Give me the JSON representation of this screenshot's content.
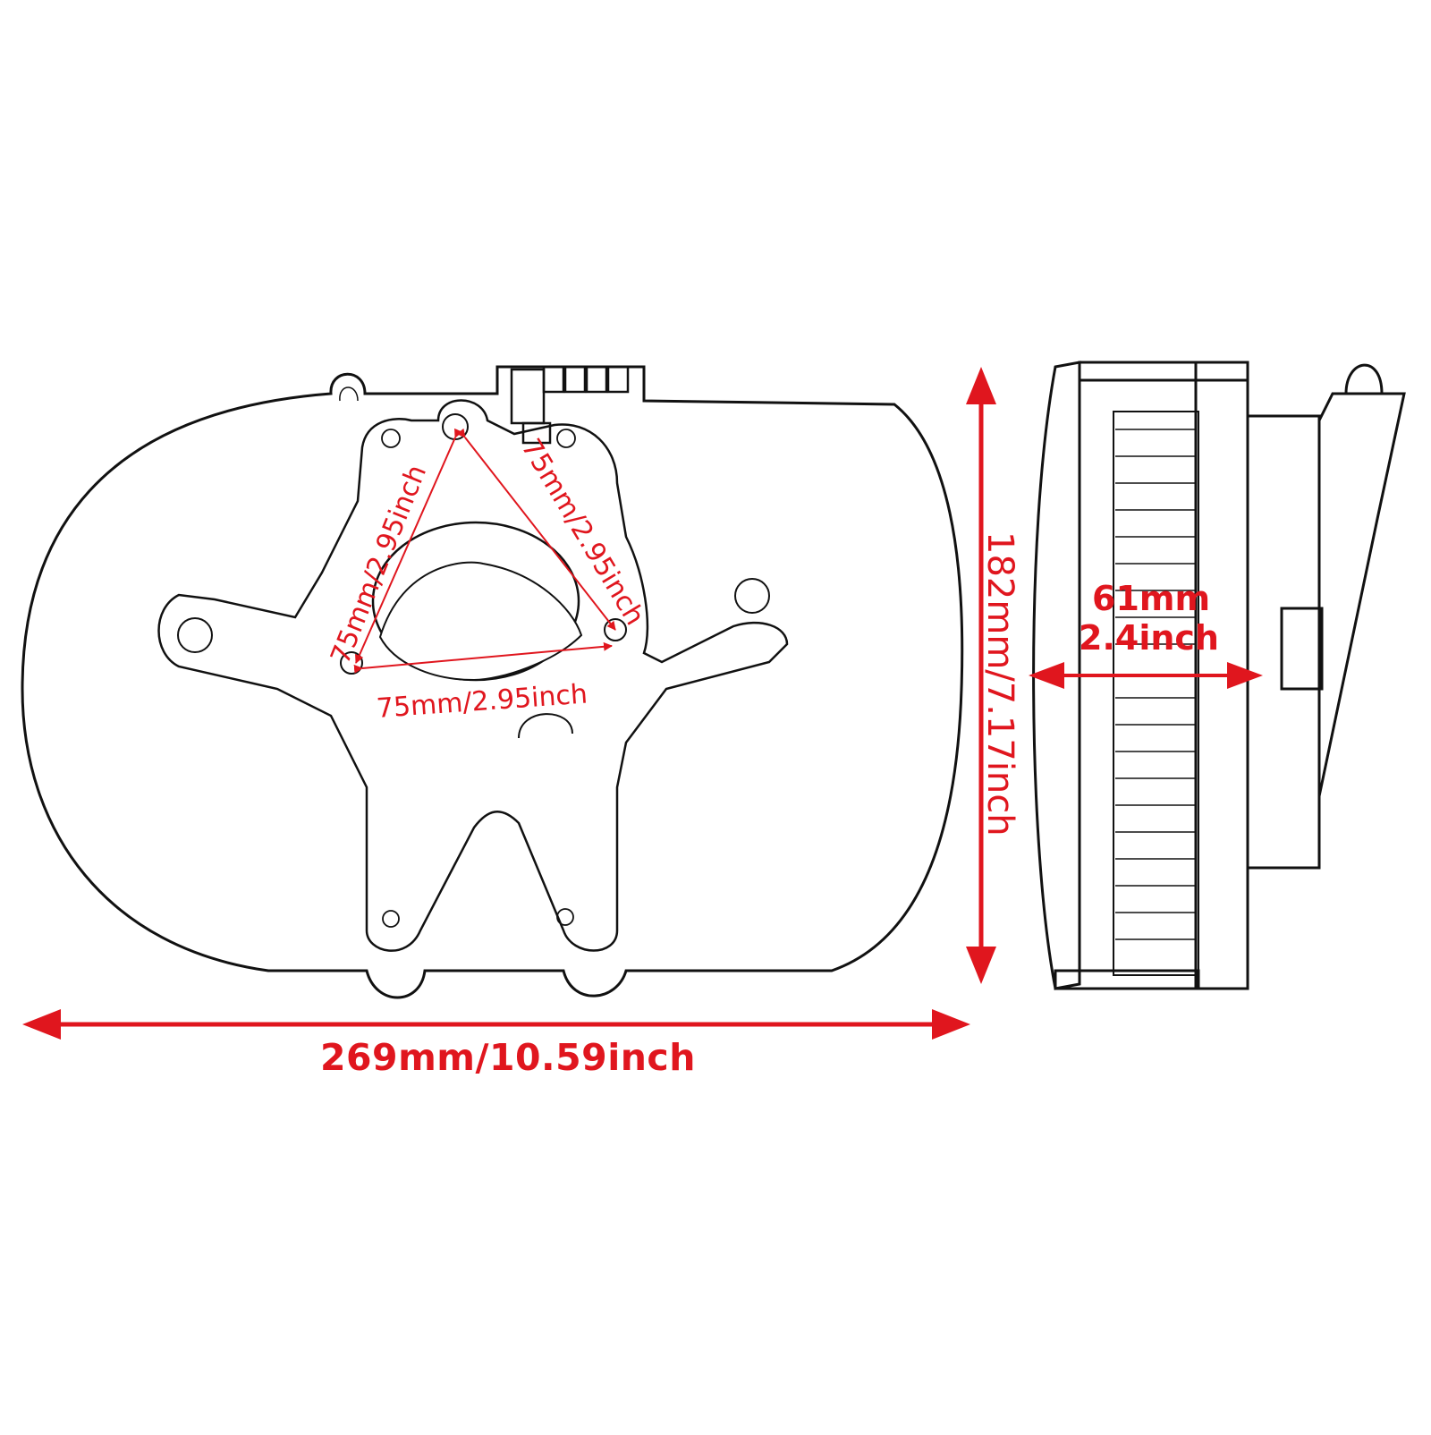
{
  "figure": {
    "type": "technical dimension drawing",
    "subject": "oval air cleaner / air filter assembly",
    "views": [
      "front view (backplate)",
      "side view"
    ],
    "colors": {
      "annotation": "#e0161e",
      "linework": "#111111",
      "background": "#ffffff"
    }
  },
  "dimensions": {
    "overall_width": "269mm/10.59inch",
    "overall_height": "182mm/7.17inch",
    "depth_mm": "61mm",
    "depth_inch": "2.4inch",
    "bolt_triangle": {
      "left_side": "75mm/2.95inch",
      "right_side": "75mm/2.95inch",
      "bottom_side": "75mm/2.95inch"
    }
  }
}
